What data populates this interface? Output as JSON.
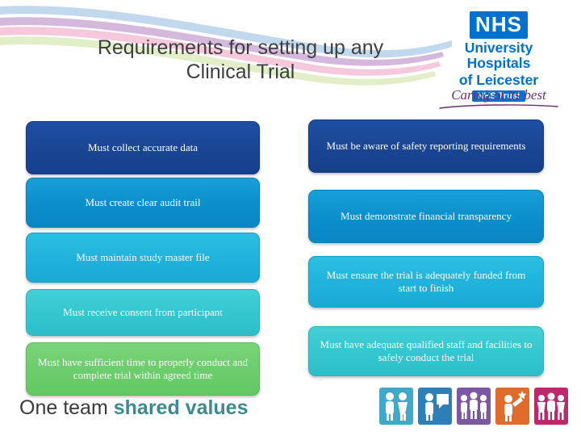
{
  "slide": {
    "title": "Requirements for setting up any Clinical Trial",
    "title_line1": "Requirements for setting up any",
    "title_line2": "Clinical Trial",
    "strapline": {
      "word1": "One team",
      "word2": "shared values"
    }
  },
  "logo": {
    "nhs_text": "NHS",
    "org_line1": "University Hospitals",
    "org_line2": "of Leicester",
    "trust_badge": "NHS Trust",
    "tagline": "Caring at its best"
  },
  "left_column": [
    {
      "label": "Must collect accurate data",
      "color": "#1a4593",
      "style": "b-navy"
    },
    {
      "label": "Must create clear audit trail",
      "color": "#0b8ecb",
      "style": "b-blue"
    },
    {
      "label": "Must maintain study master file",
      "color": "#1fb3dc",
      "style": "b-cyan"
    },
    {
      "label": "Must receive consent from participant",
      "color": "#33c6cf",
      "style": "b-teal"
    },
    {
      "label": "Must have sufficient time to properly conduct and complete trial within agreed time",
      "color": "#6bcd6b",
      "style": "b-green"
    }
  ],
  "right_column": [
    {
      "label": "Must be aware of safety reporting requirements",
      "color": "#1a4593",
      "style": "b-navy"
    },
    {
      "label": "Must demonstrate financial transparency",
      "color": "#0b8ecb",
      "style": "b-blue"
    },
    {
      "label": "Must ensure the trial is adequately funded from start to finish",
      "color": "#1fb3dc",
      "style": "b-cyan"
    },
    {
      "label": "Must have adequate qualified staff and facilities to safely conduct the trial",
      "color": "#33c6cf",
      "style": "b-teal"
    }
  ],
  "footer_icons": [
    {
      "name": "people-icon",
      "color": "#3fa9c9"
    },
    {
      "name": "speech-bubble-icon",
      "color": "#2e7fb8"
    },
    {
      "name": "group-icon",
      "color": "#7b57a4"
    },
    {
      "name": "hand-star-icon",
      "color": "#e06b2a"
    },
    {
      "name": "team-icon",
      "color": "#c0286b"
    }
  ]
}
